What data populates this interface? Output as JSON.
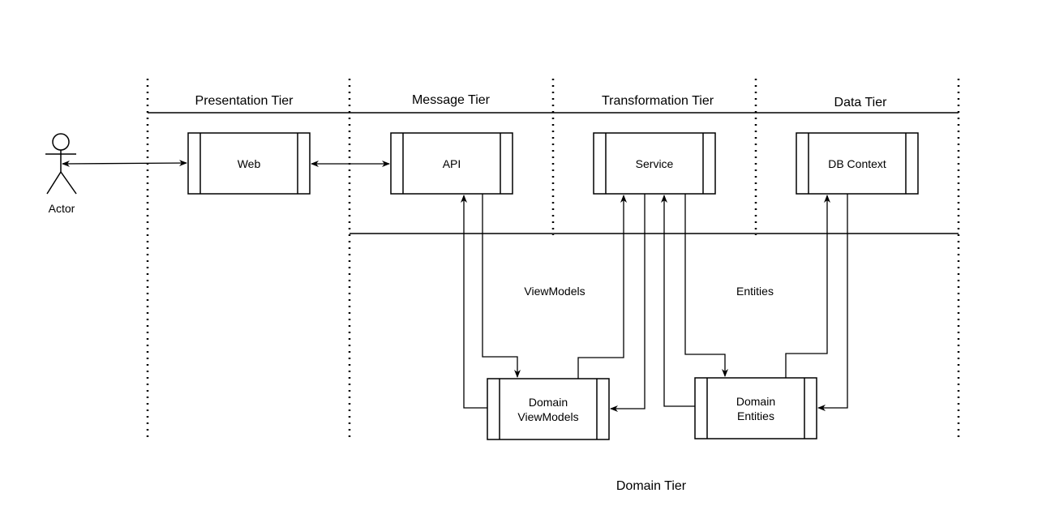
{
  "tiers": {
    "presentation": "Presentation Tier",
    "message": "Message Tier",
    "transformation": "Transformation Tier",
    "data": "Data Tier",
    "domain": "Domain Tier"
  },
  "actor": {
    "label": "Actor"
  },
  "boxes": {
    "web": "Web",
    "api": "API",
    "service": "Service",
    "db_context": "DB Context",
    "domain_viewmodels_line1": "Domain",
    "domain_viewmodels_line2": "ViewModels",
    "domain_entities_line1": "Domain",
    "domain_entities_line2": "Entities"
  },
  "flows": {
    "viewmodels": "ViewModels",
    "entities": "Entities"
  },
  "colors": {
    "stroke": "#000000",
    "background": "#ffffff"
  }
}
